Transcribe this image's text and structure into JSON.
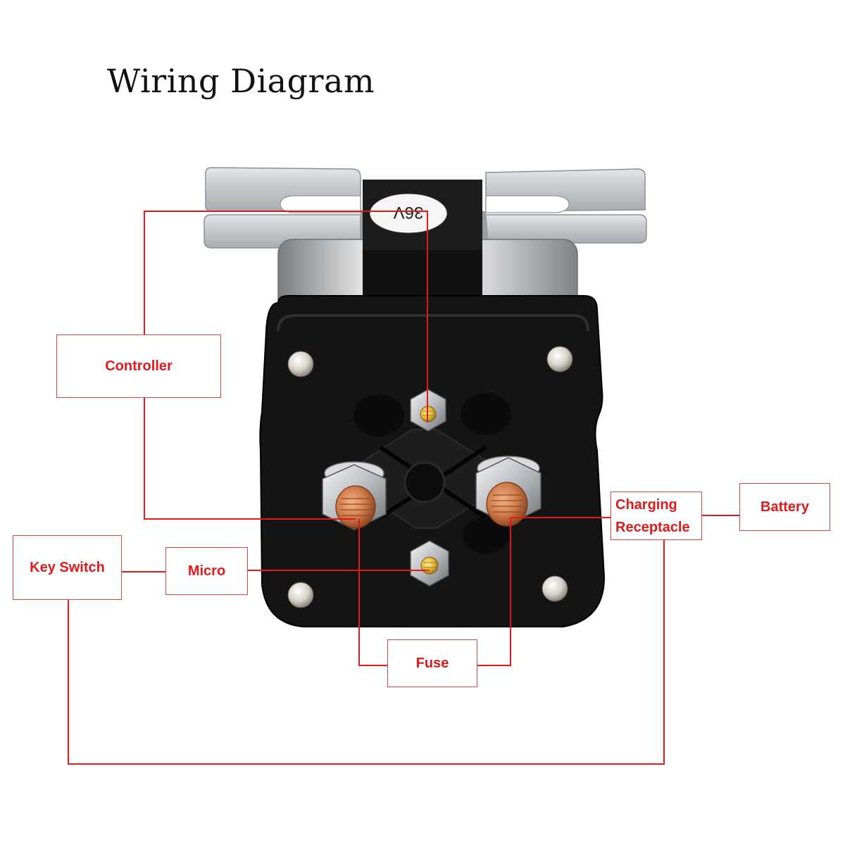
{
  "title": "Wiring Diagram",
  "device": {
    "type": "solenoid",
    "voltage_label": "36V",
    "terminals": [
      "small-terminal-top",
      "large-terminal-left",
      "large-terminal-right",
      "small-terminal-bottom"
    ]
  },
  "labels": {
    "controller": "Controller",
    "charging_line1": "Charging",
    "charging_line2": "Receptacle",
    "battery": "Battery",
    "key_switch": "Key Switch",
    "micro": "Micro",
    "fuse": "Fuse"
  },
  "colors": {
    "wire": "#e01a1a",
    "label_text": "#e01a1a",
    "box_border": "#d84848",
    "housing": "#141414",
    "bracket": "#c9ccd0"
  }
}
